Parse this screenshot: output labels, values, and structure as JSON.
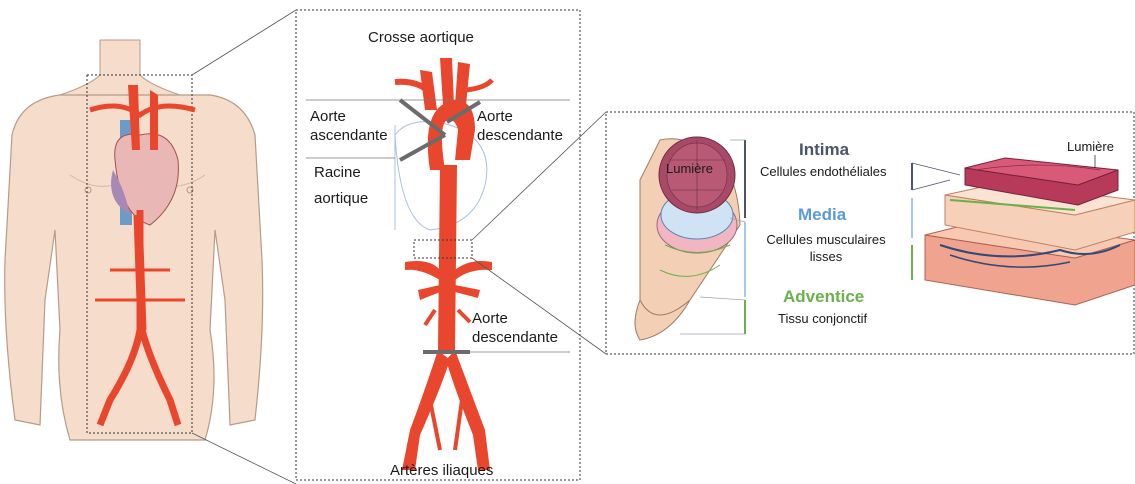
{
  "colors": {
    "artery": "#e8472e",
    "artery_dark": "#c23a22",
    "intima": "#4a5568",
    "media": "#5b9bd5",
    "adventice": "#6ab04c",
    "skin": "#f6dccb"
  },
  "aorta_panel": {
    "top_title": "Crosse aortique",
    "bottom_title": "Artères iliaques",
    "labels": {
      "ascendante_line1": "Aorte",
      "ascendante_line2": "ascendante",
      "racine_line1": "Racine",
      "racine_line2": "aortique",
      "descendante_top_line1": "Aorte",
      "descendante_top_line2": "descendante",
      "descendante_bottom_line1": "Aorte",
      "descendante_bottom_line2": "descendante"
    }
  },
  "wall_panel": {
    "lumiere_tube": "Lumière",
    "lumiere_block": "Lumière",
    "layers": [
      {
        "title": "Intima",
        "desc_line1": "Cellules endothéliales",
        "desc_line2": "",
        "color": "#4a5568"
      },
      {
        "title": "Media",
        "desc_line1": "Cellules musculaires",
        "desc_line2": "lisses",
        "color": "#5b9bd5"
      },
      {
        "title": "Adventice",
        "desc_line1": "Tissu conjonctif",
        "desc_line2": "",
        "color": "#6ab04c"
      }
    ]
  }
}
